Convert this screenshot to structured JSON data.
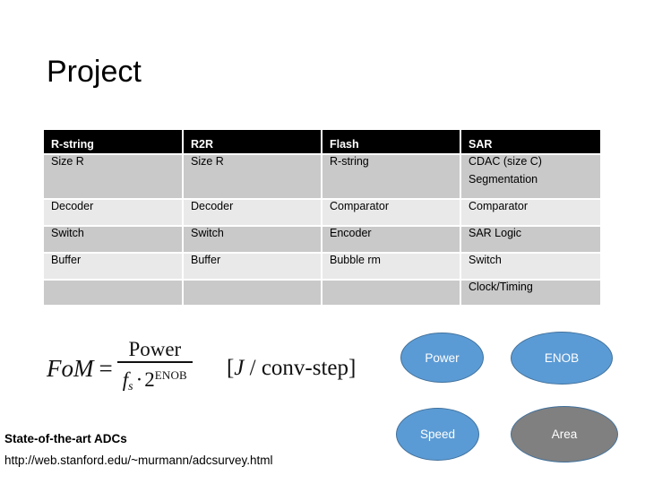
{
  "slide": {
    "title": "Project"
  },
  "table": {
    "headers": [
      "R-string",
      "R2R",
      "Flash",
      "SAR"
    ],
    "rows": [
      [
        [
          "Size R"
        ],
        [
          "Size R"
        ],
        [
          "R-string"
        ],
        [
          "CDAC (size C)",
          "Segmentation"
        ]
      ],
      [
        [
          "Decoder"
        ],
        [
          "Decoder"
        ],
        [
          "Comparator"
        ],
        [
          "Comparator"
        ]
      ],
      [
        [
          "Switch"
        ],
        [
          "Switch"
        ],
        [
          "Encoder"
        ],
        [
          "SAR Logic"
        ]
      ],
      [
        [
          "Buffer"
        ],
        [
          "Buffer"
        ],
        [
          "Bubble rm"
        ],
        [
          "Switch"
        ]
      ],
      [
        [
          ""
        ],
        [
          ""
        ],
        [
          ""
        ],
        [
          "Clock/Timing"
        ]
      ]
    ]
  },
  "formula": {
    "lhs": "FoM",
    "equals": "=",
    "numerator": "Power",
    "denominator_base": "f",
    "denominator_subscript": "s",
    "denominator_dot": "·",
    "denominator_two": "2",
    "denominator_exponent": "ENOB",
    "units_open": "[",
    "units_italic": "J",
    "units_rest": " / conv-step]"
  },
  "ellipses": [
    {
      "id": "power",
      "label": "Power",
      "fill": "#5b9bd5",
      "stroke": "#41719c",
      "text_color": "#ffffff"
    },
    {
      "id": "enob",
      "label": "ENOB",
      "fill": "#5b9bd5",
      "stroke": "#41719c",
      "text_color": "#ffffff"
    },
    {
      "id": "speed",
      "label": "Speed",
      "fill": "#5b9bd5",
      "stroke": "#41719c",
      "text_color": "#ffffff"
    },
    {
      "id": "area",
      "label": "Area",
      "fill": "#808080",
      "stroke": "#41719c",
      "text_color": "#ffffff"
    }
  ],
  "footer": {
    "heading": "State-of-the-art ADCs",
    "url": "http://web.stanford.edu/~murmann/adcsurvey.html"
  },
  "colors": {
    "header_bg": "#000000",
    "header_text": "#ffffff",
    "row_dark": "#c9c9c9",
    "row_light": "#e9e9e9",
    "accent_blue": "#5b9bd5",
    "accent_gray": "#808080",
    "page_bg": "#ffffff"
  }
}
